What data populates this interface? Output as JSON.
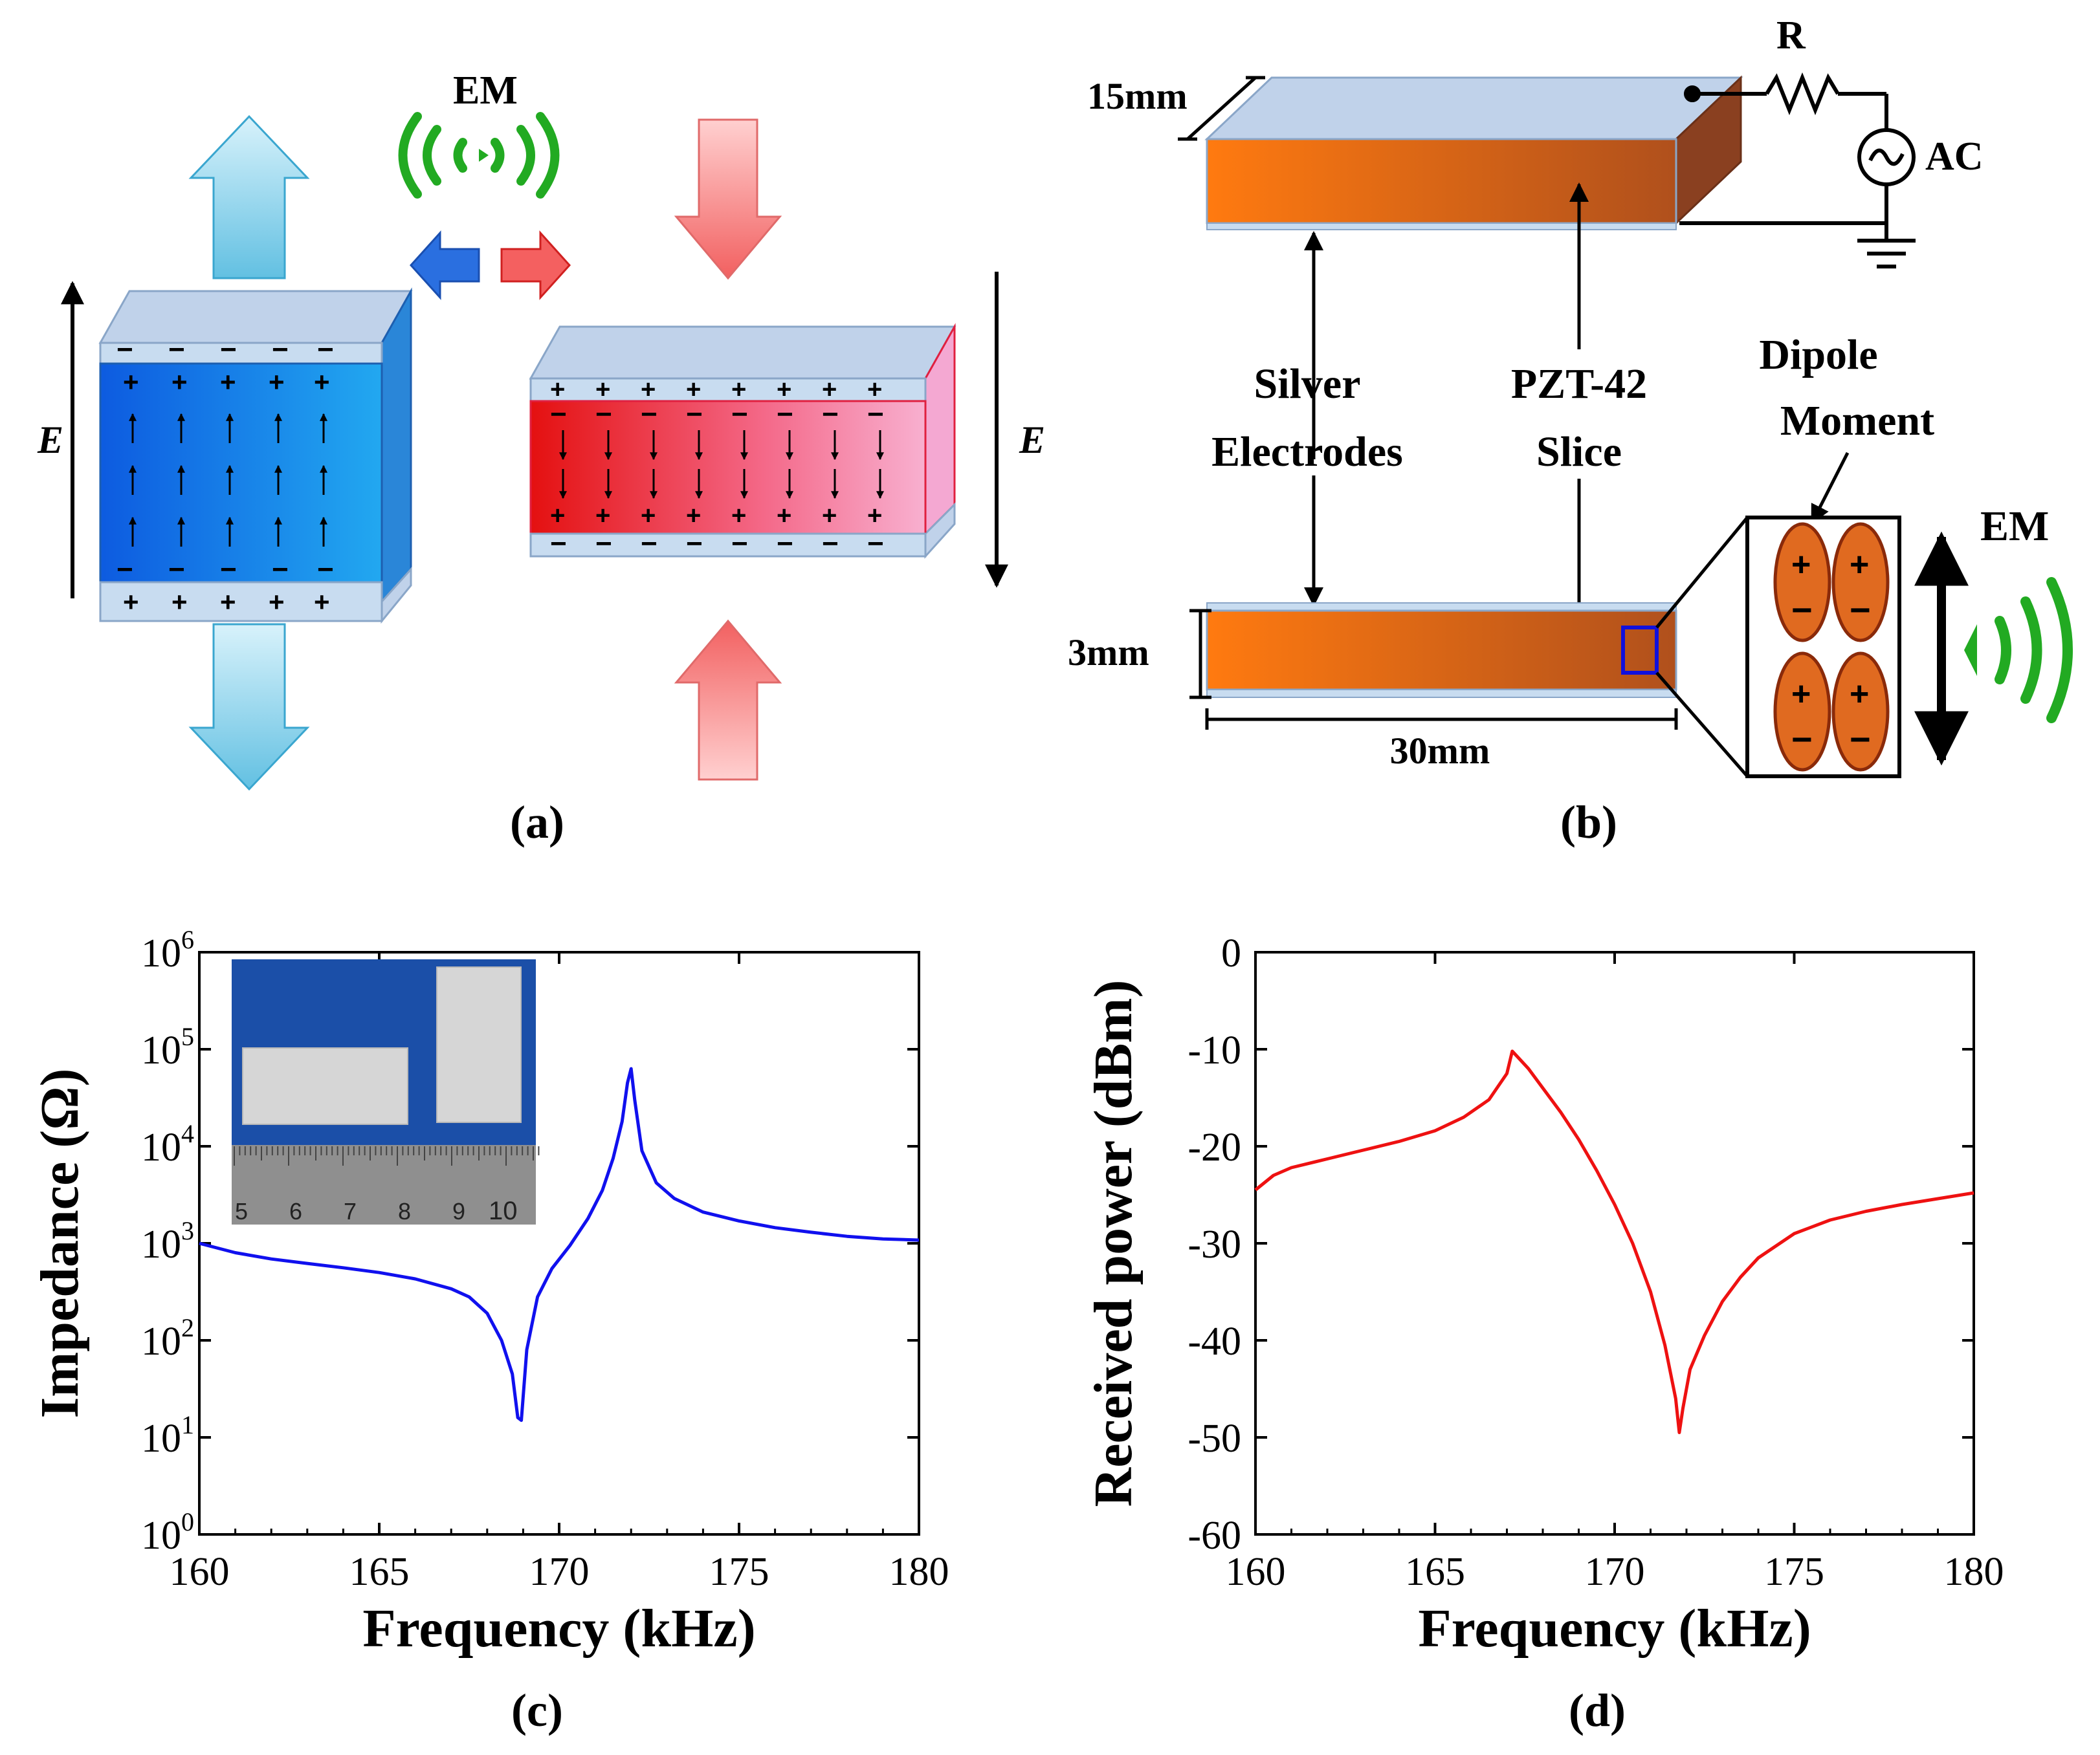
{
  "panel_a": {
    "em_label": "EM",
    "field_left": "E",
    "field_right": "E",
    "caption": "(a)",
    "colors": {
      "expanded": "#1a5fe0",
      "compressed": "#e82020",
      "em_wave": "#22aa22"
    }
  },
  "panel_b": {
    "dim_width": "15mm",
    "dim_thickness": "3mm",
    "dim_length": "30mm",
    "resistor": "R",
    "source": "AC",
    "silver_line1": "Silver",
    "silver_line2": "Electrodes",
    "pzt_line1": "PZT-42",
    "pzt_line2": "Slice",
    "dipole_line1": "Dipole",
    "dipole_line2": "Moment",
    "em_label": "EM",
    "caption": "(b)",
    "colors": {
      "pzt": "#e06010",
      "electrode": "#b8cde6"
    }
  },
  "panel_c": {
    "caption": "(c)",
    "inset_ruler": [
      "5",
      "6",
      "7",
      "8",
      "9",
      "10"
    ]
  },
  "panel_d": {
    "caption": "(d)"
  },
  "chart_data": [
    {
      "type": "line",
      "xlabel": "Frequency (kHz)",
      "ylabel": "Impedance (Ω)",
      "yscale": "log",
      "xlim": [
        160,
        180
      ],
      "ylim": [
        1,
        1000000
      ],
      "xticks": [
        "160",
        "165",
        "170",
        "175",
        "180"
      ],
      "yticks": [
        {
          "base": "10",
          "exp": "0"
        },
        {
          "base": "10",
          "exp": "1"
        },
        {
          "base": "10",
          "exp": "2"
        },
        {
          "base": "10",
          "exp": "3"
        },
        {
          "base": "10",
          "exp": "4"
        },
        {
          "base": "10",
          "exp": "5"
        },
        {
          "base": "10",
          "exp": "6"
        }
      ],
      "color": "#1010ee",
      "series": [
        {
          "x": [
            160,
            161,
            162,
            163,
            164,
            165,
            166,
            167,
            167.5,
            168,
            168.4,
            168.7,
            168.85,
            168.95,
            169.1,
            169.4,
            169.8,
            170.3,
            170.8,
            171.2,
            171.5,
            171.75,
            171.9,
            172.0,
            172.1,
            172.3,
            172.7,
            173.2,
            174,
            175,
            176,
            177,
            178,
            179,
            180
          ],
          "y": [
            1000,
            800,
            690,
            620,
            560,
            500,
            430,
            340,
            280,
            190,
            100,
            45,
            16,
            15,
            80,
            280,
            550,
            950,
            1800,
            3500,
            7500,
            18000,
            45000,
            63000,
            30000,
            9000,
            4200,
            2900,
            2100,
            1700,
            1450,
            1300,
            1180,
            1110,
            1080
          ]
        }
      ]
    },
    {
      "type": "line",
      "xlabel": "Frequency (kHz)",
      "ylabel": "Received power (dBm)",
      "xlim": [
        160,
        180
      ],
      "ylim": [
        -60,
        0
      ],
      "xticks": [
        "160",
        "165",
        "170",
        "175",
        "180"
      ],
      "yticks": [
        "0",
        "-10",
        "-20",
        "-30",
        "-40",
        "-50",
        "-60"
      ],
      "color": "#ee1111",
      "series": [
        {
          "x": [
            160,
            160.5,
            161,
            162,
            163,
            164,
            165,
            165.8,
            166.5,
            167.0,
            167.15,
            167.3,
            167.6,
            168,
            168.5,
            169,
            169.5,
            170,
            170.5,
            171,
            171.4,
            171.7,
            171.8,
            171.9,
            172.1,
            172.5,
            173,
            173.5,
            174,
            175,
            176,
            177,
            178,
            179,
            180
          ],
          "y": [
            -24.5,
            -23,
            -22.2,
            -21.3,
            -20.4,
            -19.5,
            -18.4,
            -17,
            -15.2,
            -12.5,
            -10.2,
            -10.8,
            -12,
            -14,
            -16.5,
            -19.3,
            -22.5,
            -26,
            -30,
            -35,
            -40.5,
            -46,
            -49.5,
            -47,
            -43,
            -39.5,
            -36,
            -33.5,
            -31.5,
            -29,
            -27.6,
            -26.7,
            -26,
            -25.4,
            -24.8
          ]
        }
      ]
    }
  ]
}
